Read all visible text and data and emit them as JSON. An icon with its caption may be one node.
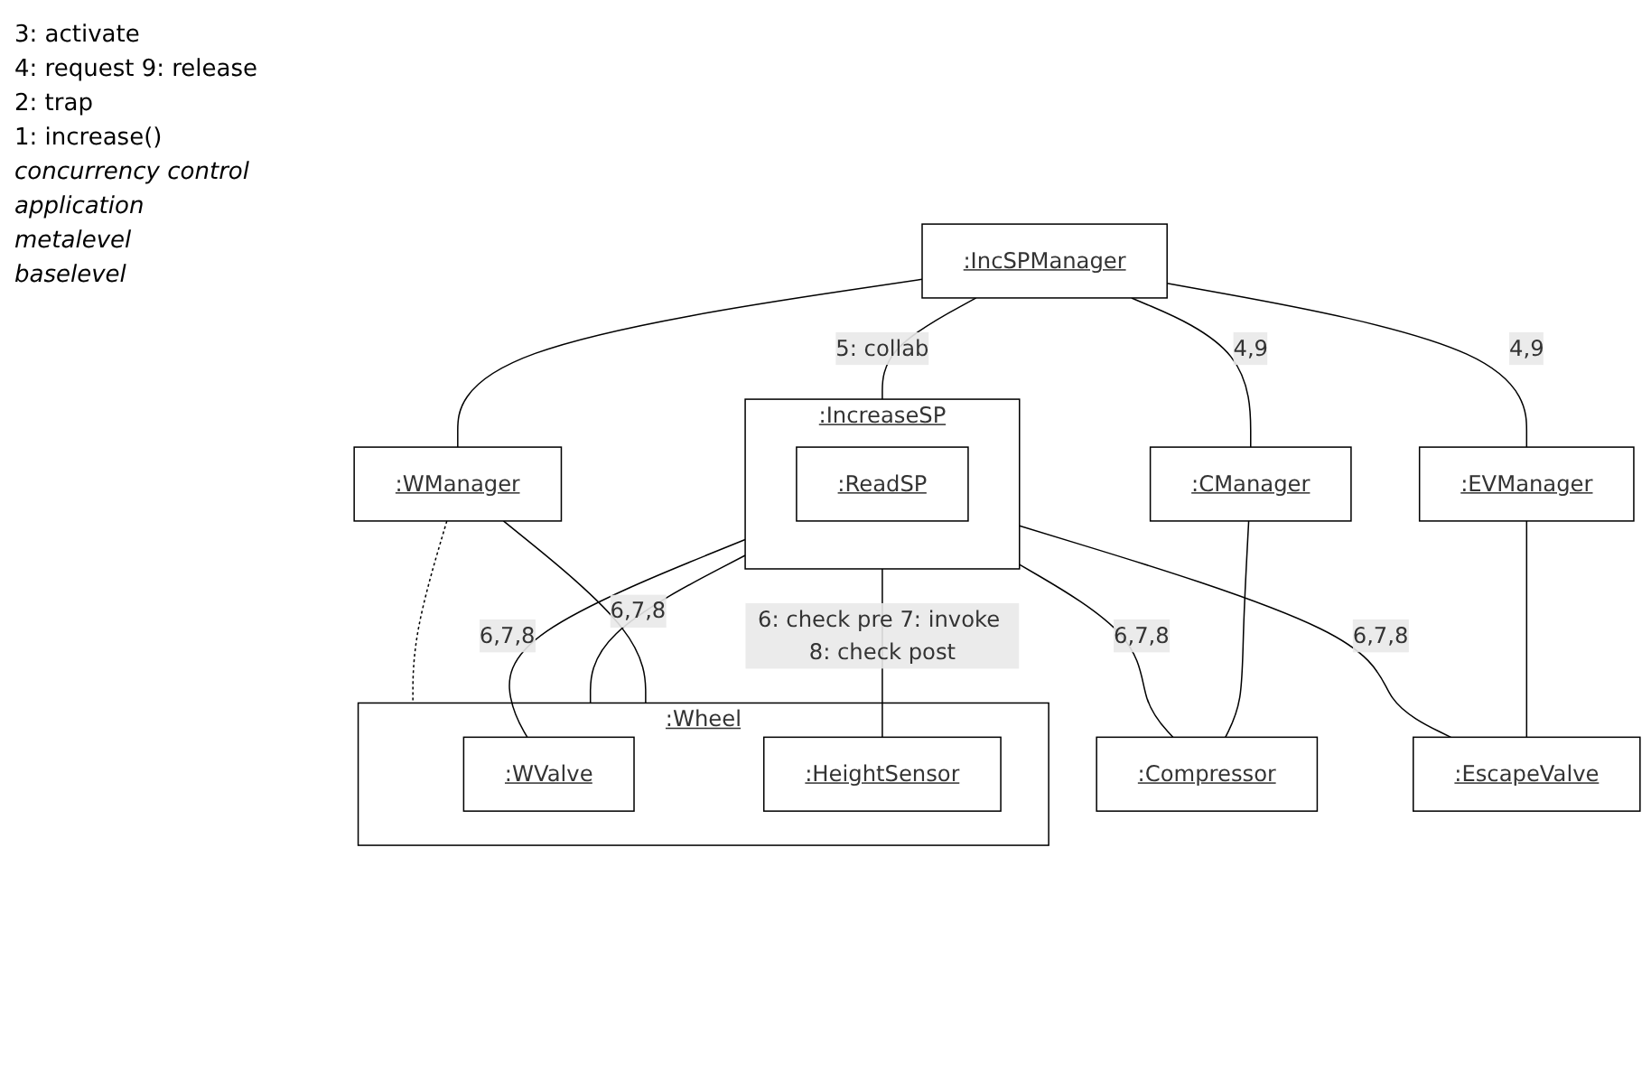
{
  "diagram": {
    "nodes": [
      {
        "text": [
          ":IncSPManager"
        ]
      },
      {
        "text": [
          ":WManager"
        ]
      },
      {
        "text": [
          ":CManager"
        ]
      },
      {
        "text": [
          ":EVManager"
        ]
      },
      {
        "text": [
          ":IncreaseSP"
        ]
      },
      {
        "text": [
          ":ReadSP"
        ],
        "in": 4
      },
      {
        "text": [
          ":Wheel"
        ]
      },
      {
        "text": [
          ":WValve"
        ],
        "in": 6
      },
      {
        "text": [
          ":HeightSensor"
        ],
        "in": 6
      },
      {
        "text": [
          ":Compressor"
        ]
      },
      {
        "text": [
          ":EscapeValve"
        ]
      }
    ],
    "edges": [
      {
        "from": 0,
        "to": 1,
        "arrow": "none"
      },
      {
        "from": 0,
        "to": 4,
        "arrow": "none",
        "label": "5: collab"
      },
      {
        "from": 0,
        "to": 2,
        "arrow": "none",
        "label": "4,9"
      },
      {
        "from": 0,
        "to": 3,
        "arrow": "none",
        "label": "4,9"
      },
      {
        "from": 1,
        "to": 6,
        "arrow": "none"
      },
      {
        "from": 4,
        "to": 6,
        "arrow": "none",
        "label": "6,7,8"
      },
      {
        "from": 4,
        "to": 7,
        "arrow": "none",
        "label": "6,7,8"
      },
      {
        "from": 4,
        "to": 8,
        "arrow": "none",
        "label": "6: check pre 7: invoke 8: check post"
      },
      {
        "from": 4,
        "to": 9,
        "arrow": "none",
        "label": "6,7,8"
      },
      {
        "from": 4,
        "to": 10,
        "arrow": "none",
        "label": "6,7,8"
      },
      {
        "from": 2,
        "to": 9,
        "arrow": "none"
      },
      {
        "from": 3,
        "to": 10,
        "arrow": "none"
      },
      {
        "from": 1,
        "to": 6,
        "arrow": "none",
        "style": "dashed"
      }
    ],
    "labels": [
      "3: activate",
      "4: request 9: release",
      "2: trap",
      "1: increase()",
      "concurrency control",
      "application",
      "metalevel",
      "baselevel"
    ]
  }
}
